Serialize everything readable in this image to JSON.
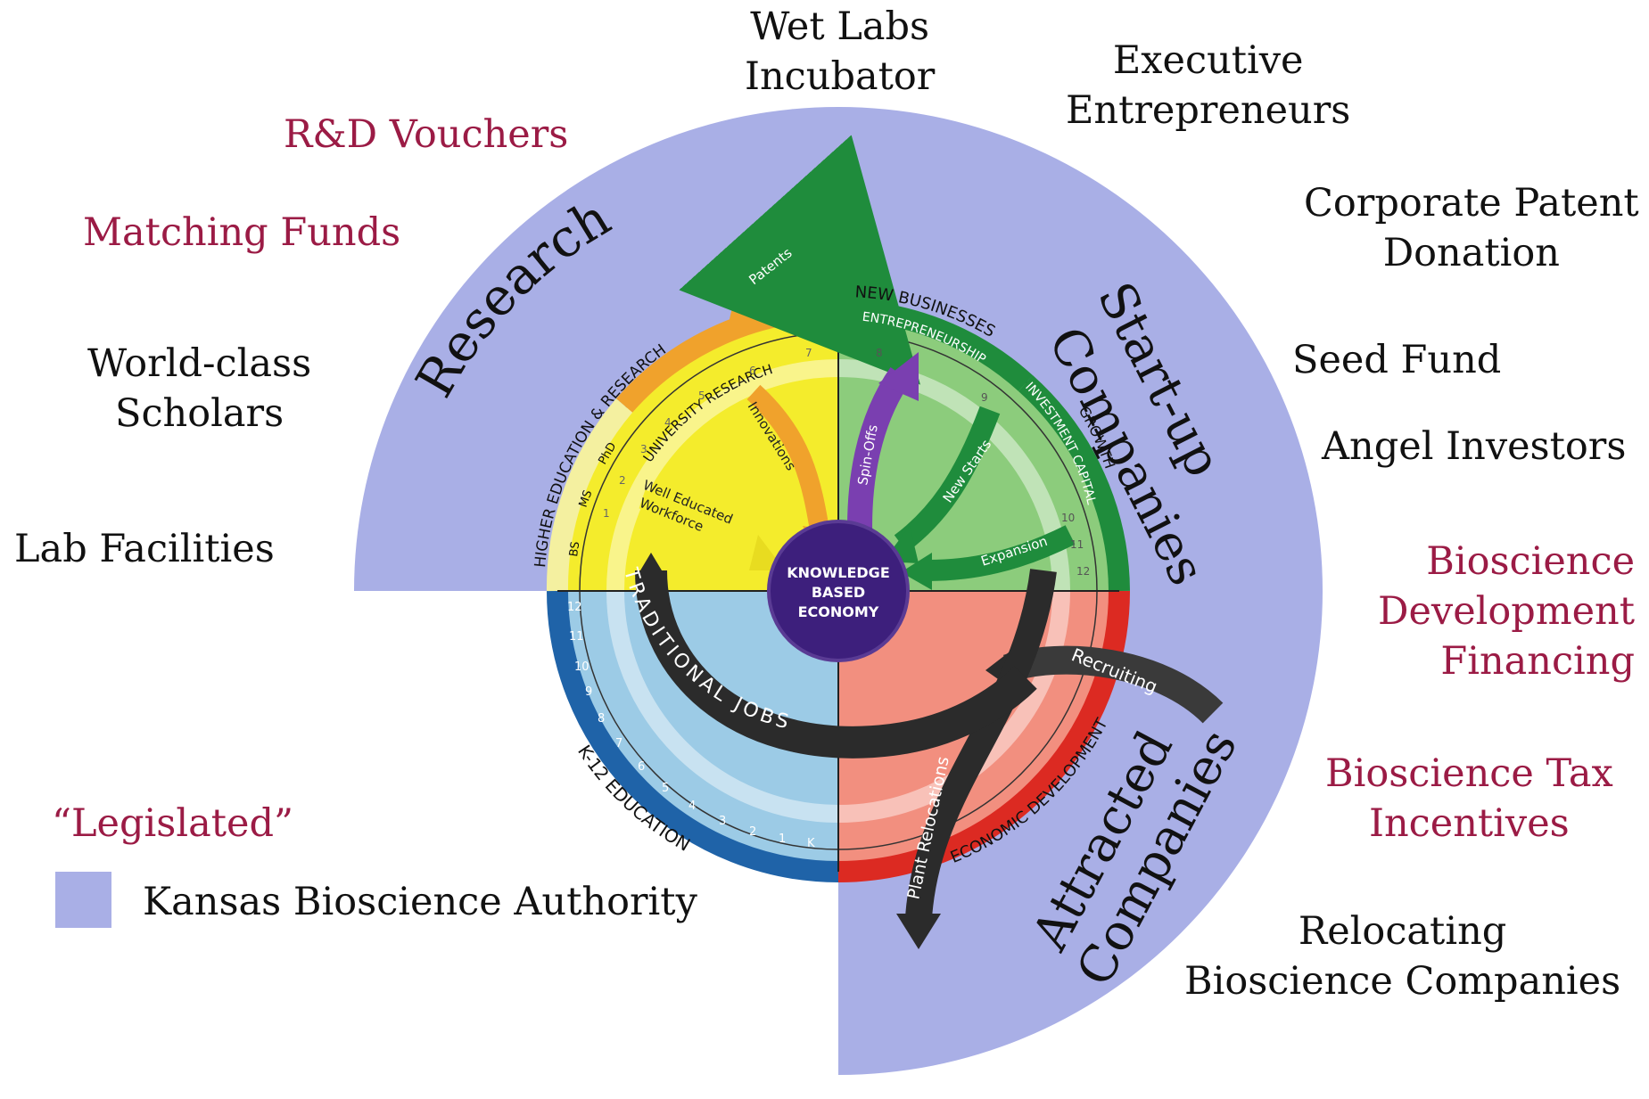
{
  "outer": {
    "research": "Research",
    "startup": [
      "Start-up",
      "Companies"
    ],
    "attracted": [
      "Attracted",
      "Companies"
    ],
    "fill": "#a9afe6"
  },
  "wheel": {
    "center": [
      "KNOWLEDGE",
      "BASED",
      "ECONOMY"
    ],
    "higher_ed": "HIGHER EDUCATION & RESEARCH",
    "university_research": "UNIVERSITY RESEARCH",
    "new_businesses": "NEW BUSINESSES",
    "entrepreneurship": "ENTREPRENEURSHIP",
    "investment_capital": "INVESTMENT CAPITAL",
    "growth": "GROWTH",
    "economic_development": "ECONOMIC DEVELOPMENT",
    "k12_education": "K-12 EDUCATION",
    "degrees": [
      "BS",
      "MS",
      "PhD"
    ],
    "yellow_numbers": [
      "1",
      "2",
      "3",
      "4",
      "5",
      "6",
      "7"
    ],
    "green_numbers": [
      "8",
      "9",
      "10",
      "11",
      "12"
    ],
    "grades": [
      "12",
      "11",
      "10",
      "9",
      "8",
      "7",
      "6",
      "5",
      "4",
      "3",
      "2",
      "1",
      "K"
    ],
    "arrows": {
      "patents": "Patents",
      "innovations": "Innovations",
      "workforce": [
        "Well Educated",
        "Workforce"
      ],
      "spinoffs": "Spin-Offs",
      "new_starts": "New Starts",
      "expansion": "Expansion",
      "recruiting": "Recruiting",
      "plant_relocations": "Plant Relocations",
      "traditional_jobs": "TRADITIONAL JOBS"
    },
    "colors": {
      "yellow": "#f4ec2c",
      "orange": "#f0a22c",
      "green": "#8ccc7c",
      "dark_green": "#1f8c3c",
      "blue": "#9ccbe6",
      "dark_blue": "#1f63a8",
      "salmon": "#f28f7f",
      "red": "#dc2a22",
      "purple": "#3d1f7c",
      "arrow_purple": "#7a3fb0",
      "arrow_dark": "#2b2b2b"
    }
  },
  "labels": {
    "wet_labs": [
      "Wet Labs",
      "Incubator"
    ],
    "executive": [
      "Executive",
      "Entrepreneurs"
    ],
    "rd_vouchers": "R&D Vouchers",
    "matching_funds": "Matching Funds",
    "corporate_patent": [
      "Corporate Patent",
      "Donation"
    ],
    "world_class": [
      "World-class",
      "Scholars"
    ],
    "seed_fund": "Seed Fund",
    "angel": "Angel Investors",
    "lab_facilities": "Lab Facilities",
    "bioscience_dev": [
      "Bioscience",
      "Development",
      "Financing"
    ],
    "bioscience_tax": [
      "Bioscience Tax",
      "Incentives"
    ],
    "relocating": [
      "Relocating",
      "Bioscience Companies"
    ]
  },
  "legend": {
    "title": "“Legislated”",
    "kba": "Kansas Bioscience Authority",
    "text_color_red": "#9b1b45"
  }
}
